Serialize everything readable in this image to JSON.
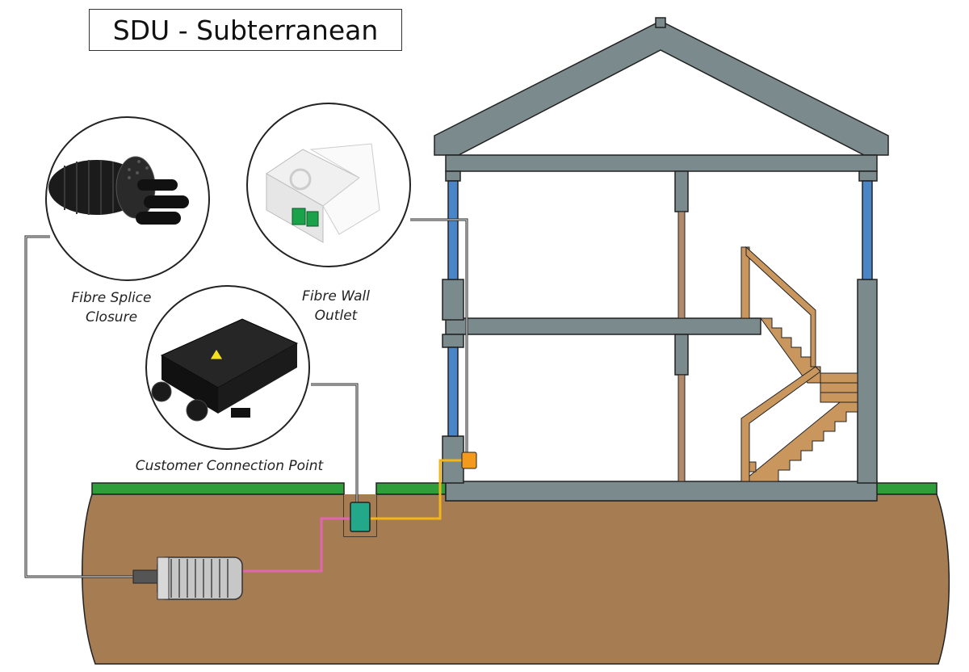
{
  "title": "SDU - Subterranean",
  "labels": {
    "splice_closure": [
      "Fibre Splice",
      "Closure"
    ],
    "wall_outlet": [
      "Fibre Wall",
      "Outlet"
    ],
    "connection_point": "Customer Connection Point"
  },
  "colors": {
    "ground": "#a67c52",
    "grass": "#2e9e3a",
    "house": "#7b8a8c",
    "window": "#4a86c7",
    "stairs": "#c9975e",
    "drop_cable": "#e066b0",
    "internal_cable": "#f2b51a",
    "connection_box": "#23a98a",
    "wall_box": "#f39a1e"
  },
  "icons": {
    "splice_closure": "fibre-splice-closure-icon",
    "wall_outlet": "fibre-wall-outlet-icon",
    "connection_point": "customer-connection-point-icon"
  }
}
